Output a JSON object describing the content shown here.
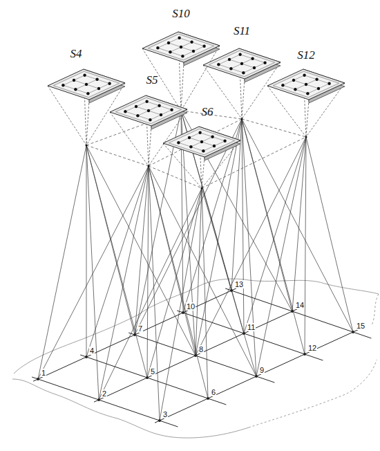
{
  "diagram": {
    "labels": [
      "S10",
      "S11",
      "S4",
      "S5",
      "S12",
      "S6",
      "13",
      "10",
      "14",
      "7",
      "11",
      "15",
      "4",
      "8",
      "1",
      "5",
      "12",
      "9",
      "2",
      "6",
      "3"
    ]
  }
}
